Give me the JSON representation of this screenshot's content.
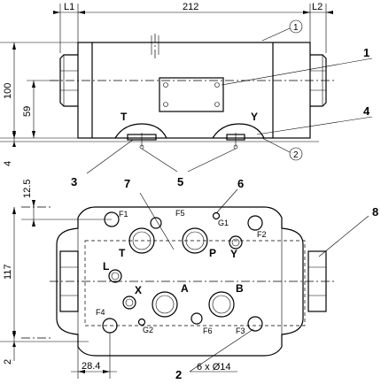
{
  "dimensions": {
    "l1": "L1",
    "width": "212",
    "l2": "L2",
    "height_100": "100",
    "height_59": "59",
    "height_4": "4",
    "dim_12_5": "12.5",
    "dim_117": "117",
    "dim_2": "2",
    "dim_28_4": "28.4",
    "holes": "6 x Ø14"
  },
  "callouts": {
    "c1": "1",
    "c2": "2",
    "c3": "3",
    "c4": "4",
    "c5": "5",
    "c6": "6",
    "c7": "7",
    "c8": "8",
    "circ1": "1",
    "circ2": "2"
  },
  "ports": {
    "T_side": "T",
    "Y_side": "Y",
    "T": "T",
    "P": "P",
    "Y": "Y",
    "L": "L",
    "X": "X",
    "A": "A",
    "B": "B"
  },
  "points": {
    "F1": "F1",
    "F2": "F2",
    "F3": "F3",
    "F4": "F4",
    "F5": "F5",
    "F6": "F6",
    "G1": "G1",
    "G2": "G2"
  }
}
